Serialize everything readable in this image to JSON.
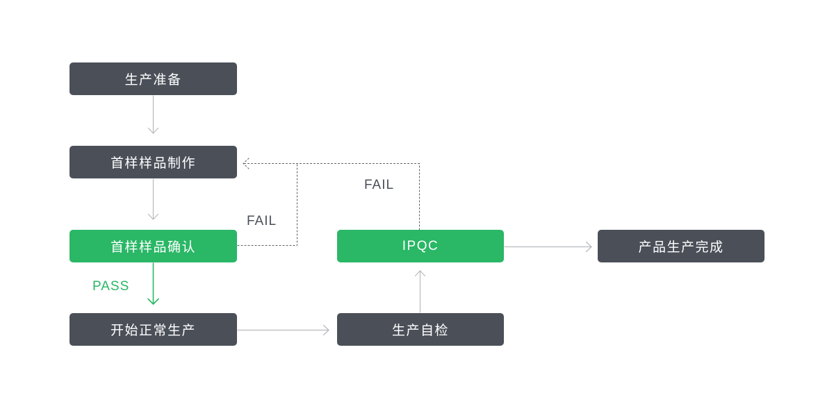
{
  "diagram": {
    "type": "flowchart",
    "title": "production-first-article-inspection-flow",
    "background": "#ffffff",
    "colors": {
      "node_dark": "#4a4f58",
      "node_green": "#2ab766",
      "node_text": "#ffffff",
      "arrow_gray": "#b6b9bd",
      "arrow_green": "#2ab766",
      "dotted_line": "#55595f",
      "fail_text": "#4a4f59",
      "pass_text": "#2ab766"
    },
    "nodes": [
      {
        "id": "production-prep",
        "label": "生产准备",
        "variant": "dark"
      },
      {
        "id": "sample-making",
        "label": "首样样品制作",
        "variant": "dark"
      },
      {
        "id": "sample-confirm",
        "label": "首样样品确认",
        "variant": "green"
      },
      {
        "id": "normal-production",
        "label": "开始正常生产",
        "variant": "dark"
      },
      {
        "id": "ipqc",
        "label": "IPQC",
        "variant": "green"
      },
      {
        "id": "self-inspection",
        "label": "生产自检",
        "variant": "dark"
      },
      {
        "id": "production-done",
        "label": "产品生产完成",
        "variant": "dark"
      }
    ],
    "edges": [
      {
        "from": "production-prep",
        "to": "sample-making",
        "style": "solid-gray",
        "label": ""
      },
      {
        "from": "sample-making",
        "to": "sample-confirm",
        "style": "solid-gray",
        "label": ""
      },
      {
        "from": "sample-confirm",
        "to": "normal-production",
        "style": "solid-green",
        "label": "PASS"
      },
      {
        "from": "normal-production",
        "to": "self-inspection",
        "style": "solid-gray",
        "label": ""
      },
      {
        "from": "self-inspection",
        "to": "ipqc",
        "style": "solid-gray",
        "label": ""
      },
      {
        "from": "ipqc",
        "to": "production-done",
        "style": "solid-gray",
        "label": ""
      },
      {
        "from": "sample-confirm",
        "to": "sample-making",
        "style": "dotted-dark",
        "label": "FAIL"
      },
      {
        "from": "ipqc",
        "to": "sample-making",
        "style": "dotted-dark",
        "label": "FAIL"
      }
    ],
    "edge_labels": {
      "pass": "PASS",
      "fail_left": "FAIL",
      "fail_upper": "FAIL"
    }
  }
}
